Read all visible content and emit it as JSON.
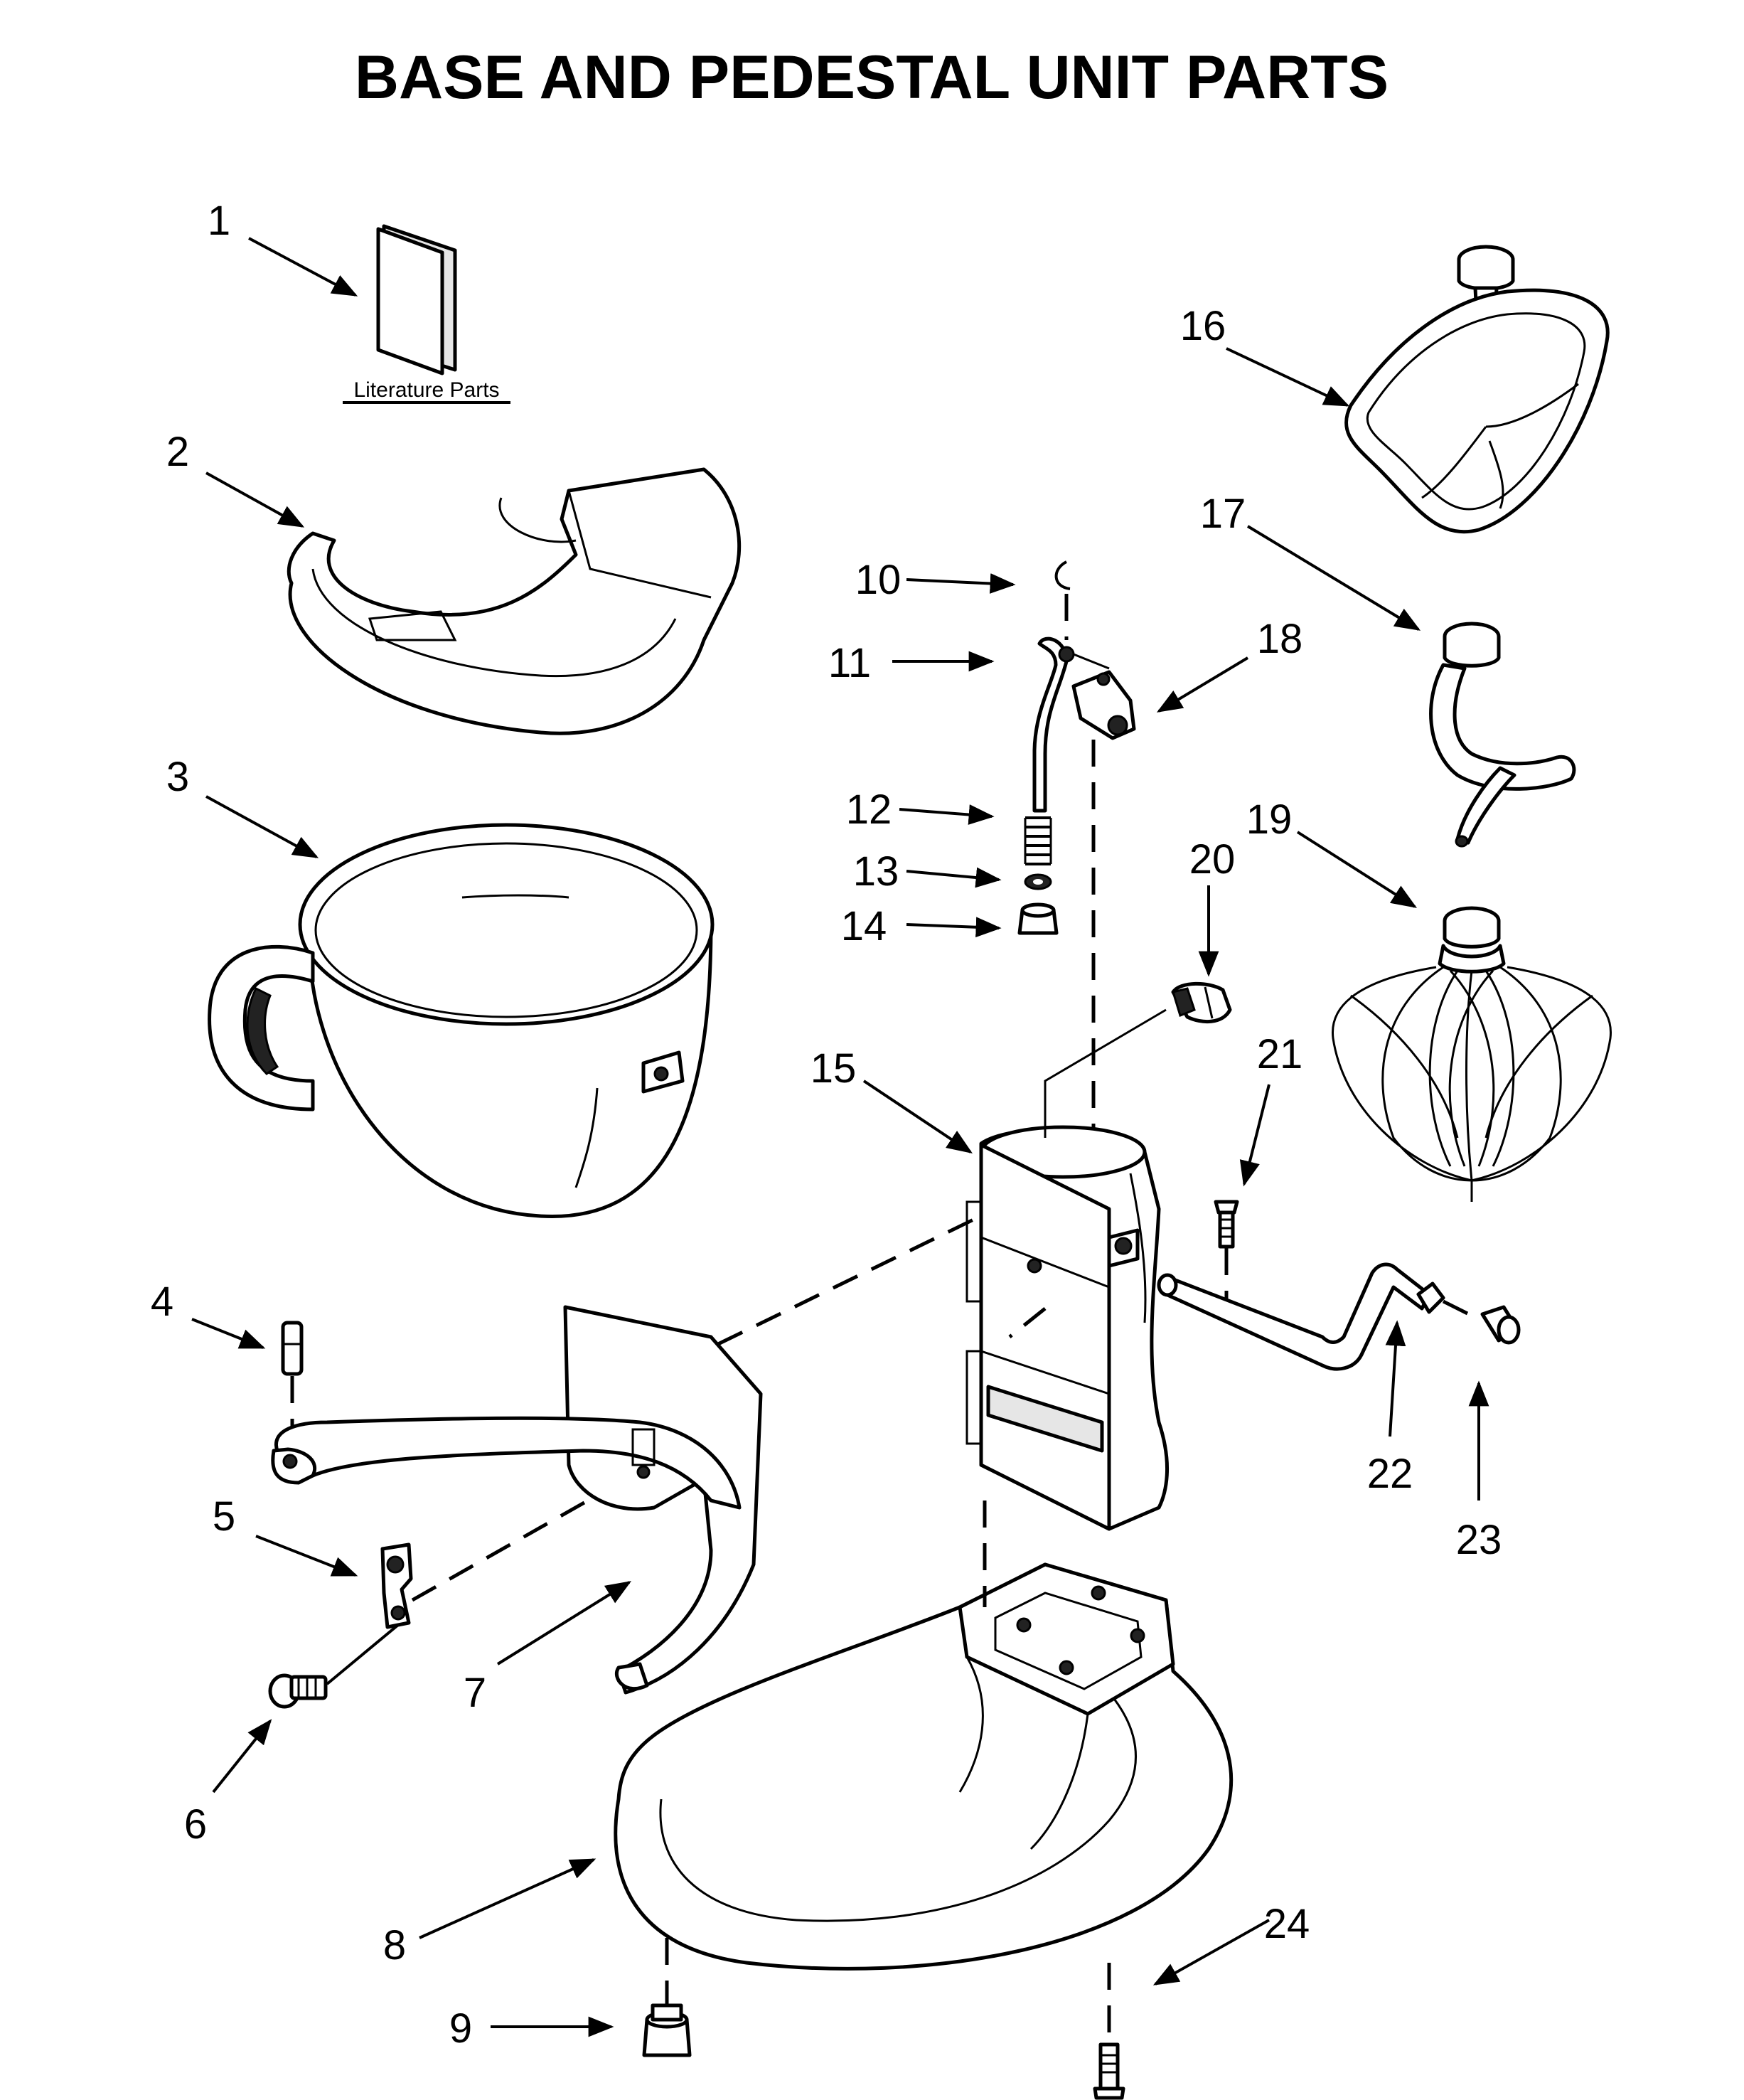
{
  "title": "BASE AND PEDESTAL UNIT PARTS",
  "literature_label": "Literature Parts",
  "callouts": [
    "1",
    "2",
    "3",
    "4",
    "5",
    "6",
    "7",
    "8",
    "9",
    "10",
    "11",
    "12",
    "13",
    "14",
    "15",
    "16",
    "17",
    "18",
    "19",
    "20",
    "21",
    "22",
    "23",
    "24"
  ]
}
